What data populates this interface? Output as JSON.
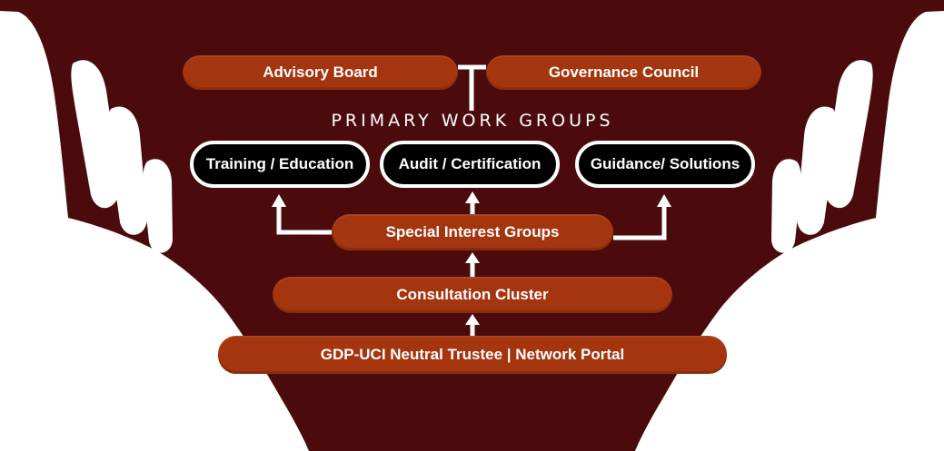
{
  "diagram": {
    "top_boxes": {
      "advisory": "Advisory Board",
      "governance": "Governance Council"
    },
    "section_heading": "PRIMARY WORK GROUPS",
    "work_groups": {
      "training": "Training / Education",
      "audit": "Audit / Certification",
      "guidance": "Guidance/ Solutions"
    },
    "special_interest": "Special Interest Groups",
    "consultation": "Consultation Cluster",
    "trustee": "GDP-UCI Neutral Trustee | Network Portal"
  },
  "colors": {
    "background": "#4b0b0c",
    "box_fill": "#a4350f",
    "work_group_fill": "#000000",
    "accent": "#ffffff"
  }
}
